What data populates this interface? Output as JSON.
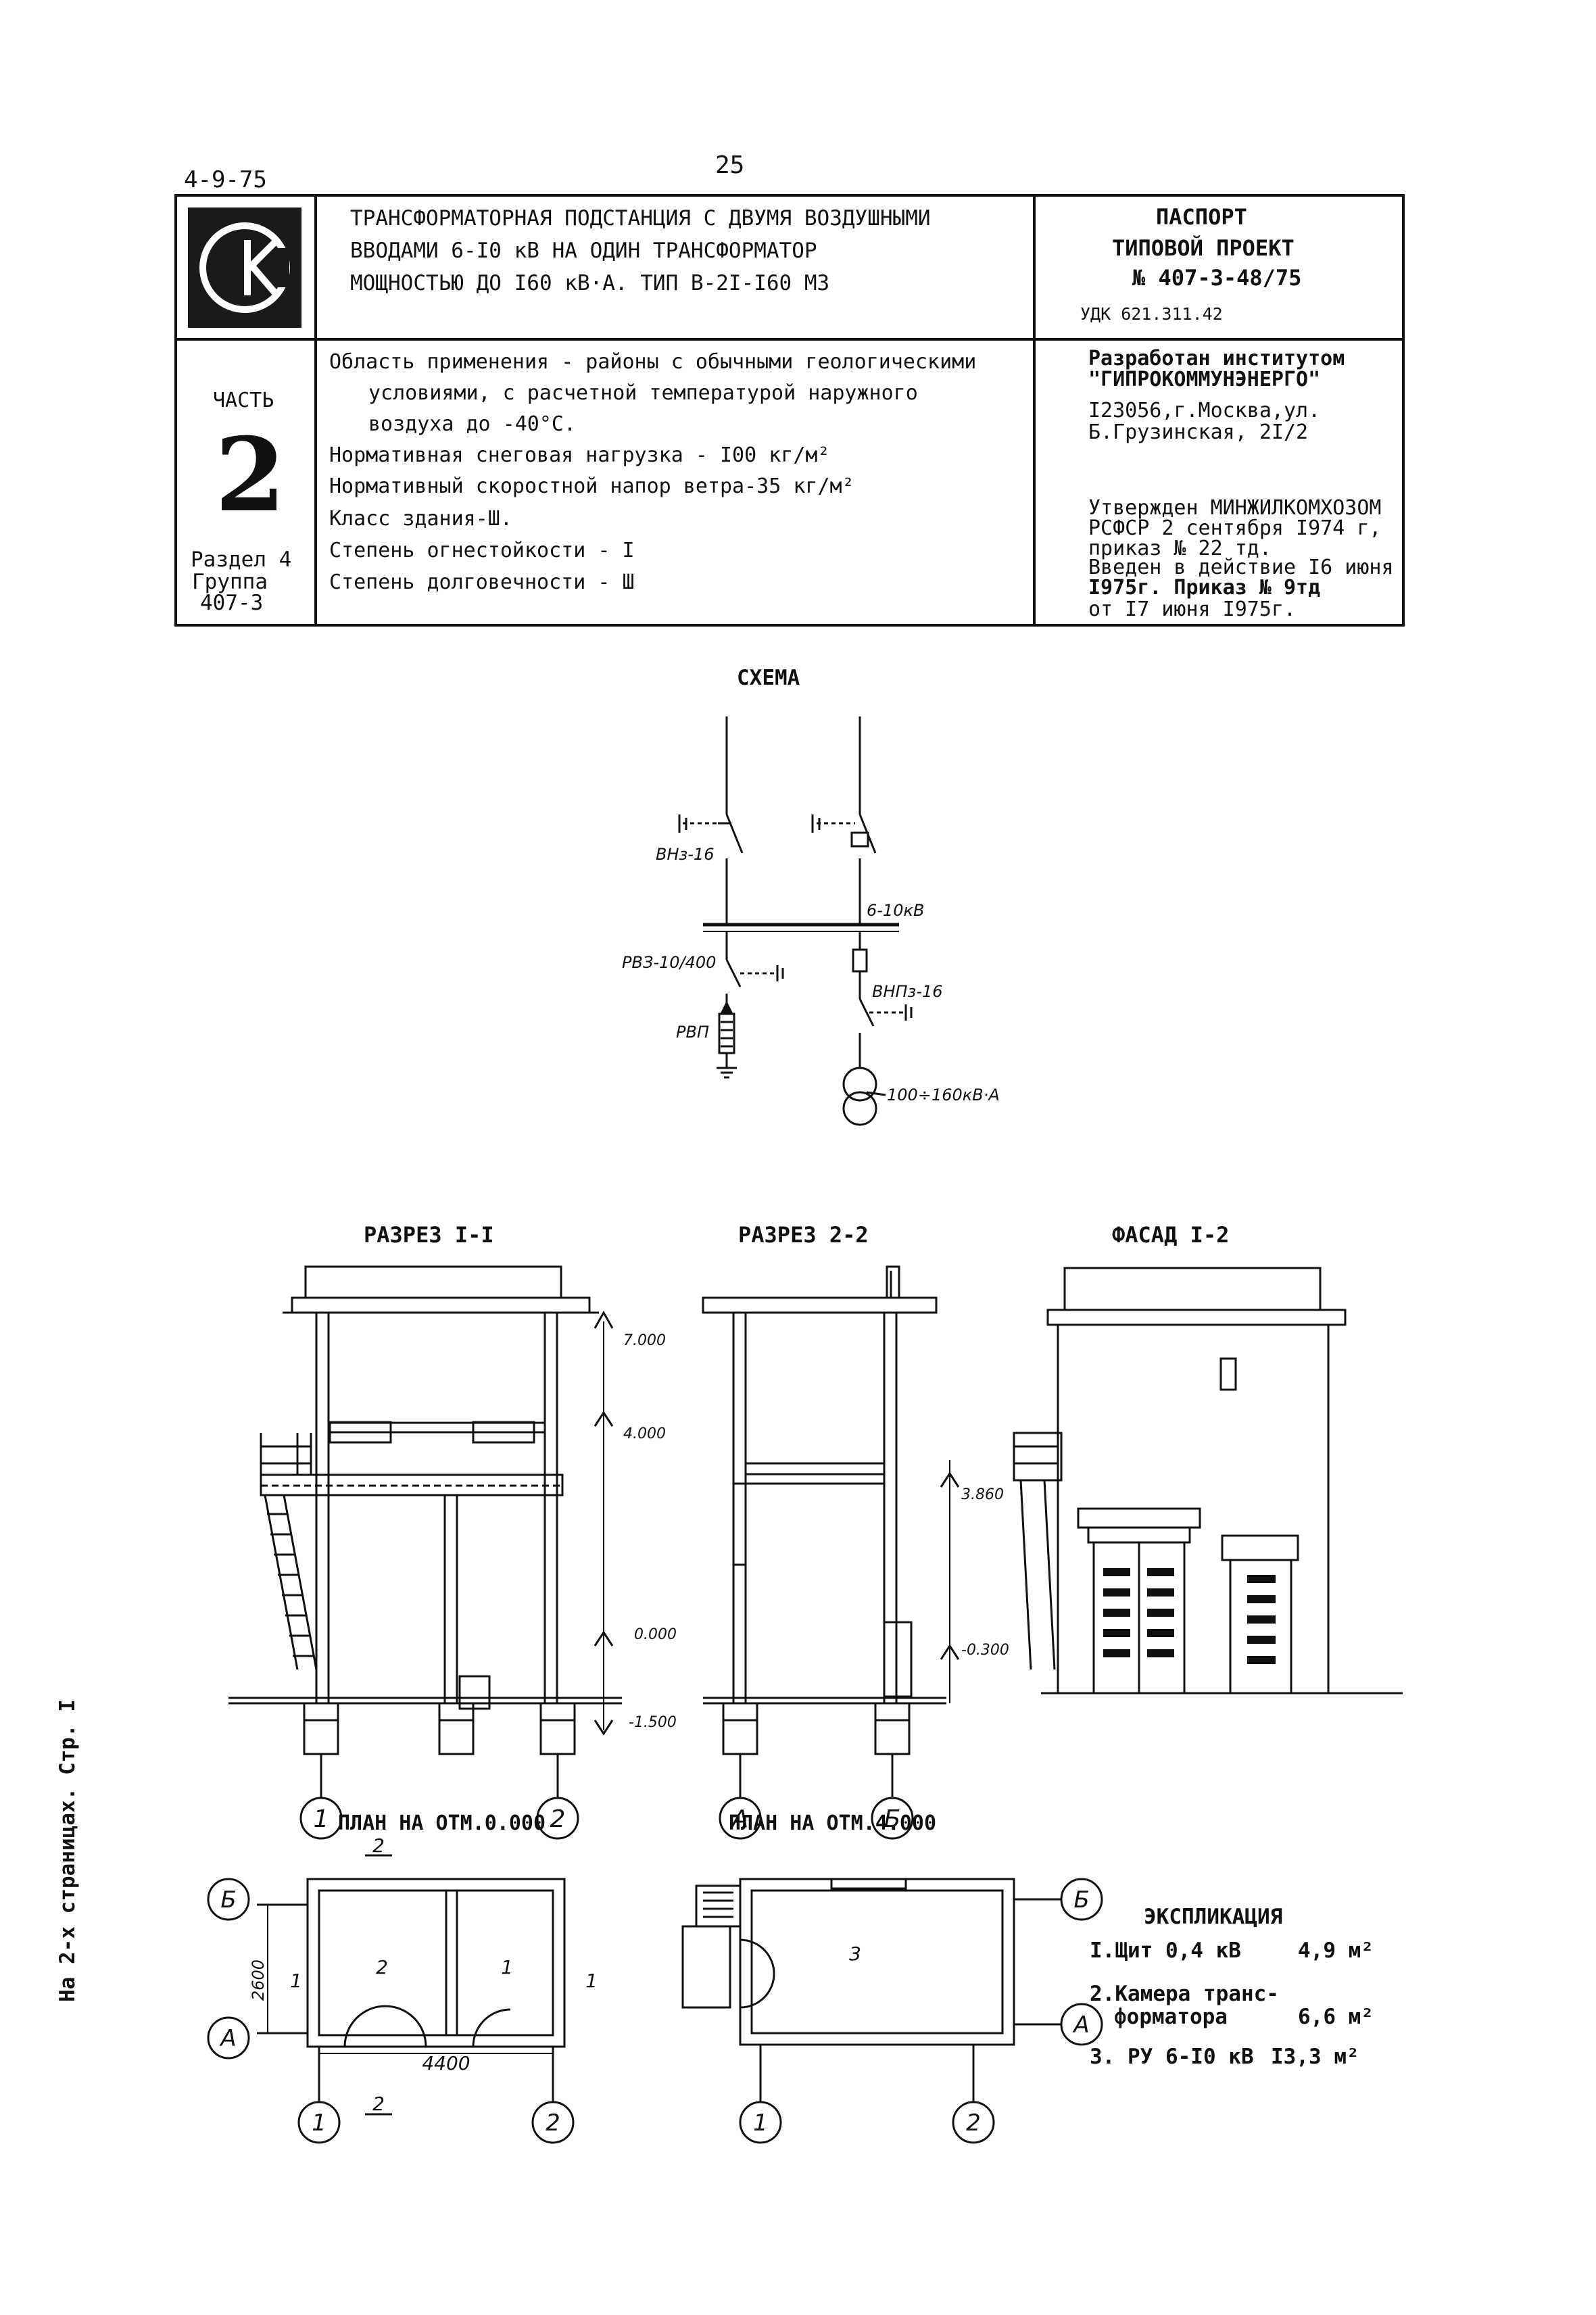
{
  "header": {
    "doc_code": "4-9-75",
    "page_number": "25",
    "logo_letters": "СК",
    "title_lines": [
      "ТРАНСФОРМАТОРНАЯ ПОДСТАНЦИЯ С ДВУМЯ ВОЗДУШНЫМИ",
      "ВВОДАМИ 6-I0 кВ НА ОДИН ТРАНСФОРМАТОР",
      "МОЩНОСТЬЮ ДО I60 кВ·А.  ТИП В-2I-I60 МЗ"
    ],
    "passport_lines": [
      "ПАСПОРТ",
      "ТИПОВОЙ ПРОЕКТ",
      "№ 407-3-48/75"
    ],
    "udk": "УДК 621.311.42"
  },
  "part": {
    "label": "ЧАСТЬ",
    "number": "2",
    "section": "Раздел 4",
    "group": "Группа",
    "group_code": "407-3"
  },
  "specs": {
    "lines": [
      "Область применения - районы с обычными геологическими",
      "условиями, с расчетной температурой наружного",
      "воздуха до -40°С.",
      "Нормативная снеговая нагрузка - I00 кг/м²",
      "Нормативный скоростной напор ветра-35 кг/м²",
      "Класс здания-Ш.",
      "Степень огнестойкости - I",
      "Степень долговечности - Ш"
    ]
  },
  "developer": {
    "lines": [
      "Разработан институтом",
      "\"ГИПРОКОММУНЭНЕРГО\"",
      "I23056,г.Москва,ул.",
      "Б.Грузинская, 2I/2"
    ],
    "approval_lines": [
      "Утвержден МИНЖИЛКОМХОЗОМ",
      "РСФСР 2 сентября I974 г,",
      "приказ № 22 тд.",
      "Введен в действие I6 июня",
      "I975г. Приказ № 9тд",
      "от I7 июня I975г."
    ]
  },
  "scheme": {
    "title": "СХЕМА",
    "labels": {
      "switch_left": "ВНз-16",
      "busbar": "6-10кВ",
      "disconnector": "РВЗ-10/400",
      "arrester": "РВП",
      "switch_right": "ВНПз-16",
      "transformer": "100÷160кВ·А"
    }
  },
  "drawings": {
    "section_1_title": "РАЗРЕЗ I-I",
    "section_2_title": "РАЗРЕЗ 2-2",
    "facade_title": "ФАСАД I-2",
    "elevations": [
      "7.000",
      "4.000",
      "0.000",
      "-1.500",
      "3.860",
      "-0.300"
    ],
    "axis_1": "1",
    "axis_2": "2",
    "axis_a": "А",
    "axis_b": "Б",
    "plan_0_title": "ПЛАН НА ОТМ.0.000",
    "plan_4_title": "ПЛАН НА ОТМ.4.000",
    "dim_width": "4400",
    "dim_depth": "2600",
    "room_1": "1",
    "room_2": "2",
    "room_3": "3",
    "cut_1": "1",
    "cut_2": "2"
  },
  "explication": {
    "title": "ЭКСПЛИКАЦИЯ",
    "rows": [
      {
        "name": "I.Щит 0,4 кВ",
        "area": "4,9 м²"
      },
      {
        "name": "2.Камера транс-",
        "name2": "форматора",
        "area": "6,6 м²"
      },
      {
        "name": "3. РУ 6-I0 кВ",
        "area": "I3,3 м²"
      }
    ]
  },
  "side_note": "На 2-х страницах. Стр. I"
}
